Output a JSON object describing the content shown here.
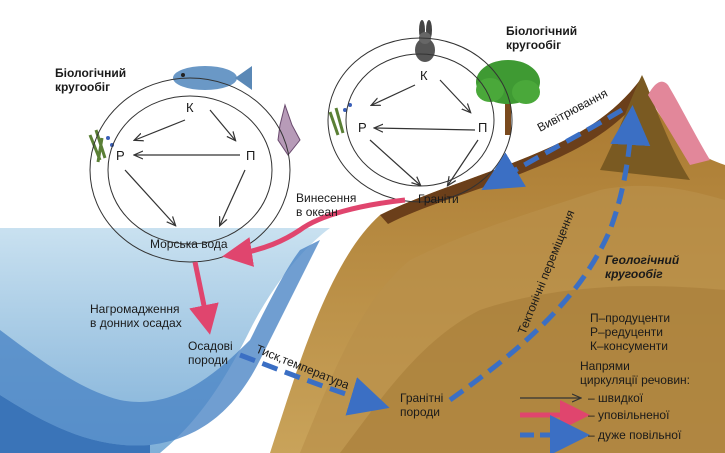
{
  "bio_cycle_left": {
    "title_line1": "Біологічний",
    "title_line2": "кругообіг",
    "node_k": "К",
    "node_r": "Р",
    "node_p": "П"
  },
  "bio_cycle_right": {
    "title_line1": "Біологічний",
    "title_line2": "кругообіг",
    "node_k": "К",
    "node_r": "Р",
    "node_p": "П"
  },
  "labels": {
    "weathering": "Вивітрювання",
    "granites_top": "Граніти",
    "runoff_line1": "Винесення",
    "runoff_line2": "в океан",
    "sea_water": "Морська вода",
    "accumulation_line1": "Нагромадження",
    "accumulation_line2": "в донних осадах",
    "sediments_line1": "Осадові",
    "sediments_line2": "породи",
    "pressure_temp": "Тиск,температура",
    "granite_rocks_line1": "Гранітні",
    "granite_rocks_line2": "породи",
    "tectonic": "Тектонічні переміщення",
    "geo_title_line1": "Геологічний",
    "geo_title_line2": "кругообіг"
  },
  "legend": {
    "p_def": "П–продуценти",
    "r_def": "Р–редуценти",
    "k_def": "К–консументи",
    "heading_line1": "Напрями",
    "heading_line2": "циркуляції речовин:",
    "fast": "– швидкої",
    "slow": "– уповільненої",
    "very_slow": "– дуже повільної"
  },
  "colors": {
    "sea": "#9cc6e2",
    "land": "#b58a3c",
    "soil": "#6b3f1a",
    "mountain_dark": "#7a5a22",
    "slow_arrow": "#e0456e",
    "very_slow_arrow": "#3b6fc4"
  }
}
